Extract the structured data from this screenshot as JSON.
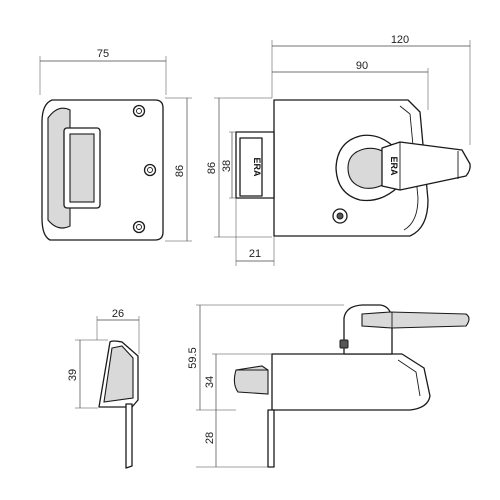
{
  "dimensions": {
    "front_width": "75",
    "front_height": "86",
    "side_total_width": "120",
    "side_body_width": "90",
    "side_height": "86",
    "side_bolt_height": "38",
    "side_bolt_depth": "21",
    "end_width": "26",
    "end_height": "39",
    "bottom_total_height": "59.5",
    "bottom_body_height": "34",
    "bottom_bracket_height": "28"
  },
  "brand": {
    "label_side": "ERA",
    "label_bolt": "ERA"
  },
  "colors": {
    "line": "#1a1a1a",
    "shade": "#d9d9d9",
    "dark": "#555555"
  }
}
